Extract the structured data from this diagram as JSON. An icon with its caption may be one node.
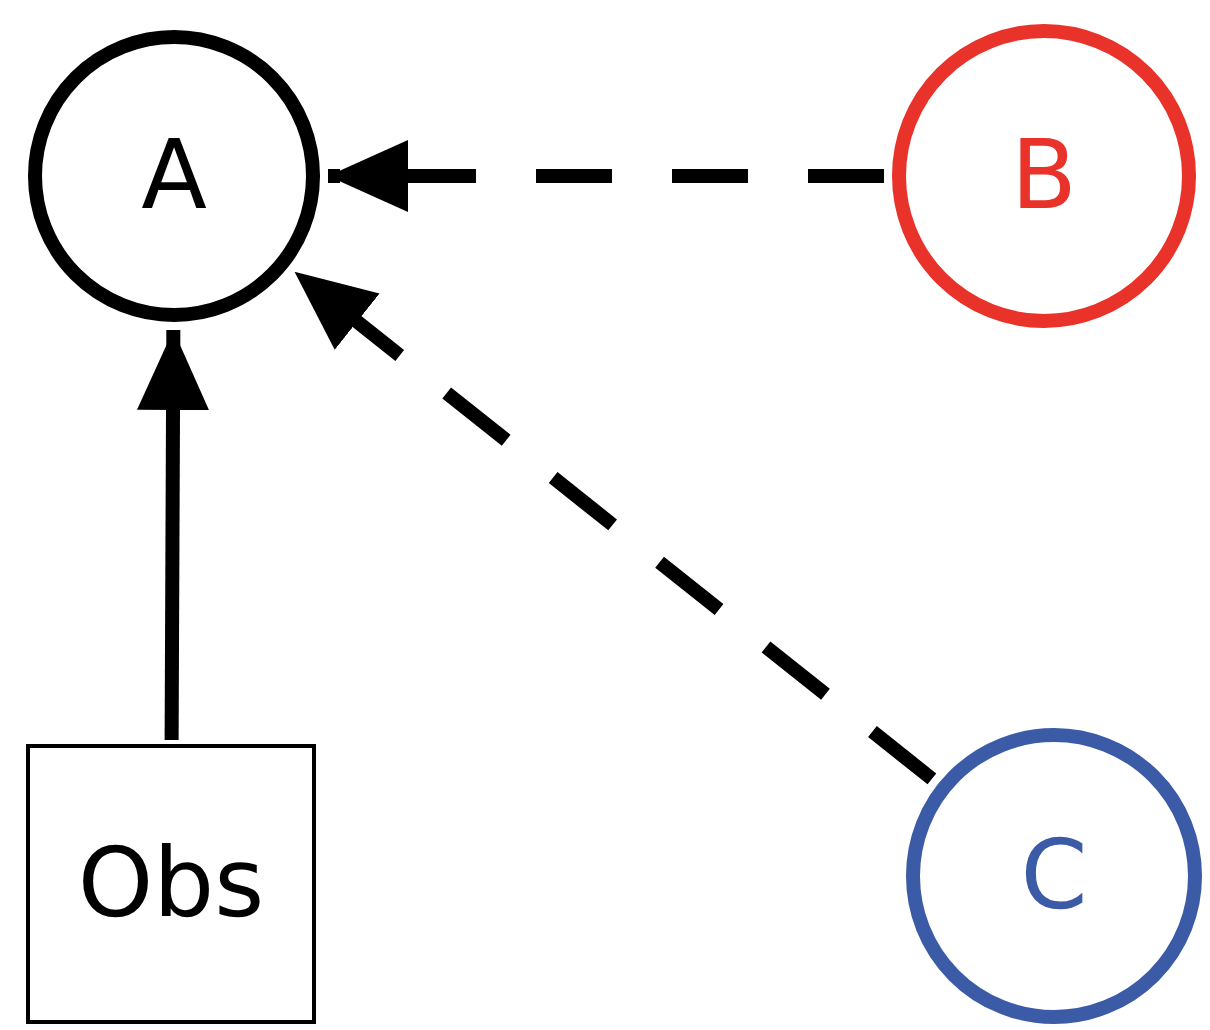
{
  "diagram": {
    "nodes": [
      {
        "text": [
          "A"
        ]
      },
      {
        "text": [
          "B"
        ]
      },
      {
        "text": [
          "Obs"
        ]
      },
      {
        "text": [
          "C"
        ]
      }
    ],
    "edges": [
      {
        "from": 1,
        "to": 0,
        "arrow": "to",
        "style": "dashed"
      },
      {
        "from": 3,
        "to": 0,
        "arrow": "to",
        "style": "dashed"
      },
      {
        "from": 2,
        "to": 0,
        "arrow": "to"
      }
    ]
  }
}
